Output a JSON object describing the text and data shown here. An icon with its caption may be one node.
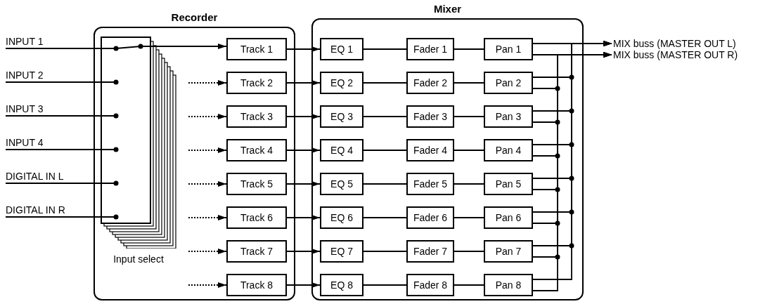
{
  "diagram": {
    "nodes": [
      {
        "text": [
          "Recorder"
        ]
      },
      {
        "text": [
          "Mixer"
        ]
      },
      {
        "text": [
          "Input select"
        ],
        "in": 0
      },
      {
        "text": [
          "INPUT 1"
        ]
      },
      {
        "text": [
          "INPUT 2"
        ]
      },
      {
        "text": [
          "INPUT 3"
        ]
      },
      {
        "text": [
          "INPUT 4"
        ]
      },
      {
        "text": [
          "DIGITAL IN L"
        ]
      },
      {
        "text": [
          "DIGITAL IN R"
        ]
      },
      {
        "text": [
          "Track 1"
        ],
        "in": 0
      },
      {
        "text": [
          "Track 2"
        ],
        "in": 0
      },
      {
        "text": [
          "Track 3"
        ],
        "in": 0
      },
      {
        "text": [
          "Track 4"
        ],
        "in": 0
      },
      {
        "text": [
          "Track 5"
        ],
        "in": 0
      },
      {
        "text": [
          "Track 6"
        ],
        "in": 0
      },
      {
        "text": [
          "Track 7"
        ],
        "in": 0
      },
      {
        "text": [
          "Track 8"
        ],
        "in": 0
      },
      {
        "text": [
          "EQ 1"
        ],
        "in": 1
      },
      {
        "text": [
          "EQ 2"
        ],
        "in": 1
      },
      {
        "text": [
          "EQ 3"
        ],
        "in": 1
      },
      {
        "text": [
          "EQ 4"
        ],
        "in": 1
      },
      {
        "text": [
          "EQ 5"
        ],
        "in": 1
      },
      {
        "text": [
          "EQ 6"
        ],
        "in": 1
      },
      {
        "text": [
          "EQ 7"
        ],
        "in": 1
      },
      {
        "text": [
          "EQ 8"
        ],
        "in": 1
      },
      {
        "text": [
          "Fader 1"
        ],
        "in": 1
      },
      {
        "text": [
          "Fader 2"
        ],
        "in": 1
      },
      {
        "text": [
          "Fader 3"
        ],
        "in": 1
      },
      {
        "text": [
          "Fader 4"
        ],
        "in": 1
      },
      {
        "text": [
          "Fader 5"
        ],
        "in": 1
      },
      {
        "text": [
          "Fader 6"
        ],
        "in": 1
      },
      {
        "text": [
          "Fader 7"
        ],
        "in": 1
      },
      {
        "text": [
          "Fader 8"
        ],
        "in": 1
      },
      {
        "text": [
          "Pan 1"
        ],
        "in": 1
      },
      {
        "text": [
          "Pan 2"
        ],
        "in": 1
      },
      {
        "text": [
          "Pan 3"
        ],
        "in": 1
      },
      {
        "text": [
          "Pan 4"
        ],
        "in": 1
      },
      {
        "text": [
          "Pan 5"
        ],
        "in": 1
      },
      {
        "text": [
          "Pan 6"
        ],
        "in": 1
      },
      {
        "text": [
          "Pan 7"
        ],
        "in": 1
      },
      {
        "text": [
          "Pan 8"
        ],
        "in": 1
      },
      {
        "text": [
          "MIX buss (MASTER OUT L)"
        ]
      },
      {
        "text": [
          "MIX buss (MASTER OUT R)"
        ]
      }
    ],
    "edges": [
      {
        "from": 3,
        "to": 2,
        "arrow": "none"
      },
      {
        "from": 4,
        "to": 2,
        "arrow": "none"
      },
      {
        "from": 5,
        "to": 2,
        "arrow": "none"
      },
      {
        "from": 6,
        "to": 2,
        "arrow": "none"
      },
      {
        "from": 7,
        "to": 2,
        "arrow": "none"
      },
      {
        "from": 8,
        "to": 2,
        "arrow": "none"
      },
      {
        "from": 2,
        "to": 9,
        "arrow": "to"
      },
      {
        "from": null,
        "to": 10,
        "arrow": "to",
        "style": "dashed"
      },
      {
        "from": null,
        "to": 11,
        "arrow": "to",
        "style": "dashed"
      },
      {
        "from": null,
        "to": 12,
        "arrow": "to",
        "style": "dashed"
      },
      {
        "from": null,
        "to": 13,
        "arrow": "to",
        "style": "dashed"
      },
      {
        "from": null,
        "to": 14,
        "arrow": "to",
        "style": "dashed"
      },
      {
        "from": null,
        "to": 15,
        "arrow": "to",
        "style": "dashed"
      },
      {
        "from": null,
        "to": 16,
        "arrow": "to",
        "style": "dashed"
      },
      {
        "from": 9,
        "to": 17,
        "arrow": "to"
      },
      {
        "from": 10,
        "to": 18,
        "arrow": "to"
      },
      {
        "from": 11,
        "to": 19,
        "arrow": "to"
      },
      {
        "from": 12,
        "to": 20,
        "arrow": "to"
      },
      {
        "from": 13,
        "to": 21,
        "arrow": "to"
      },
      {
        "from": 14,
        "to": 22,
        "arrow": "to"
      },
      {
        "from": 15,
        "to": 23,
        "arrow": "to"
      },
      {
        "from": 16,
        "to": 24,
        "arrow": "to"
      },
      {
        "from": 17,
        "to": 25,
        "arrow": "none"
      },
      {
        "from": 18,
        "to": 26,
        "arrow": "none"
      },
      {
        "from": 19,
        "to": 27,
        "arrow": "none"
      },
      {
        "from": 20,
        "to": 28,
        "arrow": "none"
      },
      {
        "from": 21,
        "to": 29,
        "arrow": "none"
      },
      {
        "from": 22,
        "to": 30,
        "arrow": "none"
      },
      {
        "from": 23,
        "to": 31,
        "arrow": "none"
      },
      {
        "from": 24,
        "to": 32,
        "arrow": "none"
      },
      {
        "from": 25,
        "to": 33,
        "arrow": "none"
      },
      {
        "from": 26,
        "to": 34,
        "arrow": "none"
      },
      {
        "from": 27,
        "to": 35,
        "arrow": "none"
      },
      {
        "from": 28,
        "to": 36,
        "arrow": "none"
      },
      {
        "from": 29,
        "to": 37,
        "arrow": "none"
      },
      {
        "from": 30,
        "to": 38,
        "arrow": "none"
      },
      {
        "from": 31,
        "to": 39,
        "arrow": "none"
      },
      {
        "from": 32,
        "to": 40,
        "arrow": "none"
      },
      {
        "from": 33,
        "to": 41,
        "arrow": "to"
      },
      {
        "from": 34,
        "to": 41,
        "arrow": "to"
      },
      {
        "from": 35,
        "to": 41,
        "arrow": "to"
      },
      {
        "from": 36,
        "to": 41,
        "arrow": "to"
      },
      {
        "from": 37,
        "to": 41,
        "arrow": "to"
      },
      {
        "from": 38,
        "to": 41,
        "arrow": "to"
      },
      {
        "from": 39,
        "to": 41,
        "arrow": "to"
      },
      {
        "from": 40,
        "to": 41,
        "arrow": "to"
      },
      {
        "from": 33,
        "to": 42,
        "arrow": "to"
      },
      {
        "from": 34,
        "to": 42,
        "arrow": "to"
      },
      {
        "from": 35,
        "to": 42,
        "arrow": "to"
      },
      {
        "from": 36,
        "to": 42,
        "arrow": "to"
      },
      {
        "from": 37,
        "to": 42,
        "arrow": "to"
      },
      {
        "from": 38,
        "to": 42,
        "arrow": "to"
      },
      {
        "from": 39,
        "to": 42,
        "arrow": "to"
      },
      {
        "from": 40,
        "to": 42,
        "arrow": "to"
      }
    ]
  }
}
